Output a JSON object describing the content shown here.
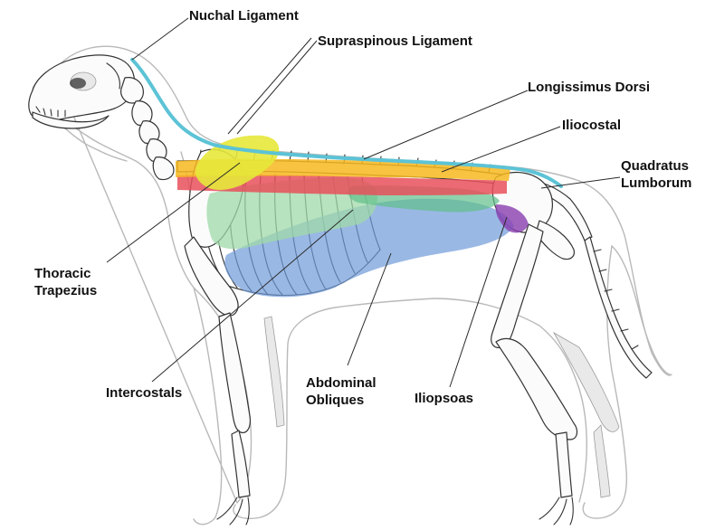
{
  "labels": {
    "nuchal": "Nuchal Ligament",
    "supraspinous": "Supraspinous Ligament",
    "longissimus": "Longissimus Dorsi",
    "iliocostal": "Iliocostal",
    "quadratus_line1": "Quadratus",
    "quadratus_line2": "Lumborum",
    "thoracic_line1": "Thoracic",
    "thoracic_line2": "Trapezius",
    "intercostals": "Intercostals",
    "abdominal_line1": "Abdominal",
    "abdominal_line2": "Obliques",
    "iliopsoas": "Iliopsoas"
  },
  "colors": {
    "nuchal_ligament": "#5cc3d6",
    "thoracic_trapezius": "#e6e83a",
    "longissimus_dorsi": "#f7b81e",
    "iliocostal": "#e8505a",
    "quadratus_lumborum": "#5fbf8a",
    "intercostals": "#9fd9a8",
    "abdominal_obliques": "#6f9ad8",
    "iliopsoas": "#8a3fb0"
  }
}
